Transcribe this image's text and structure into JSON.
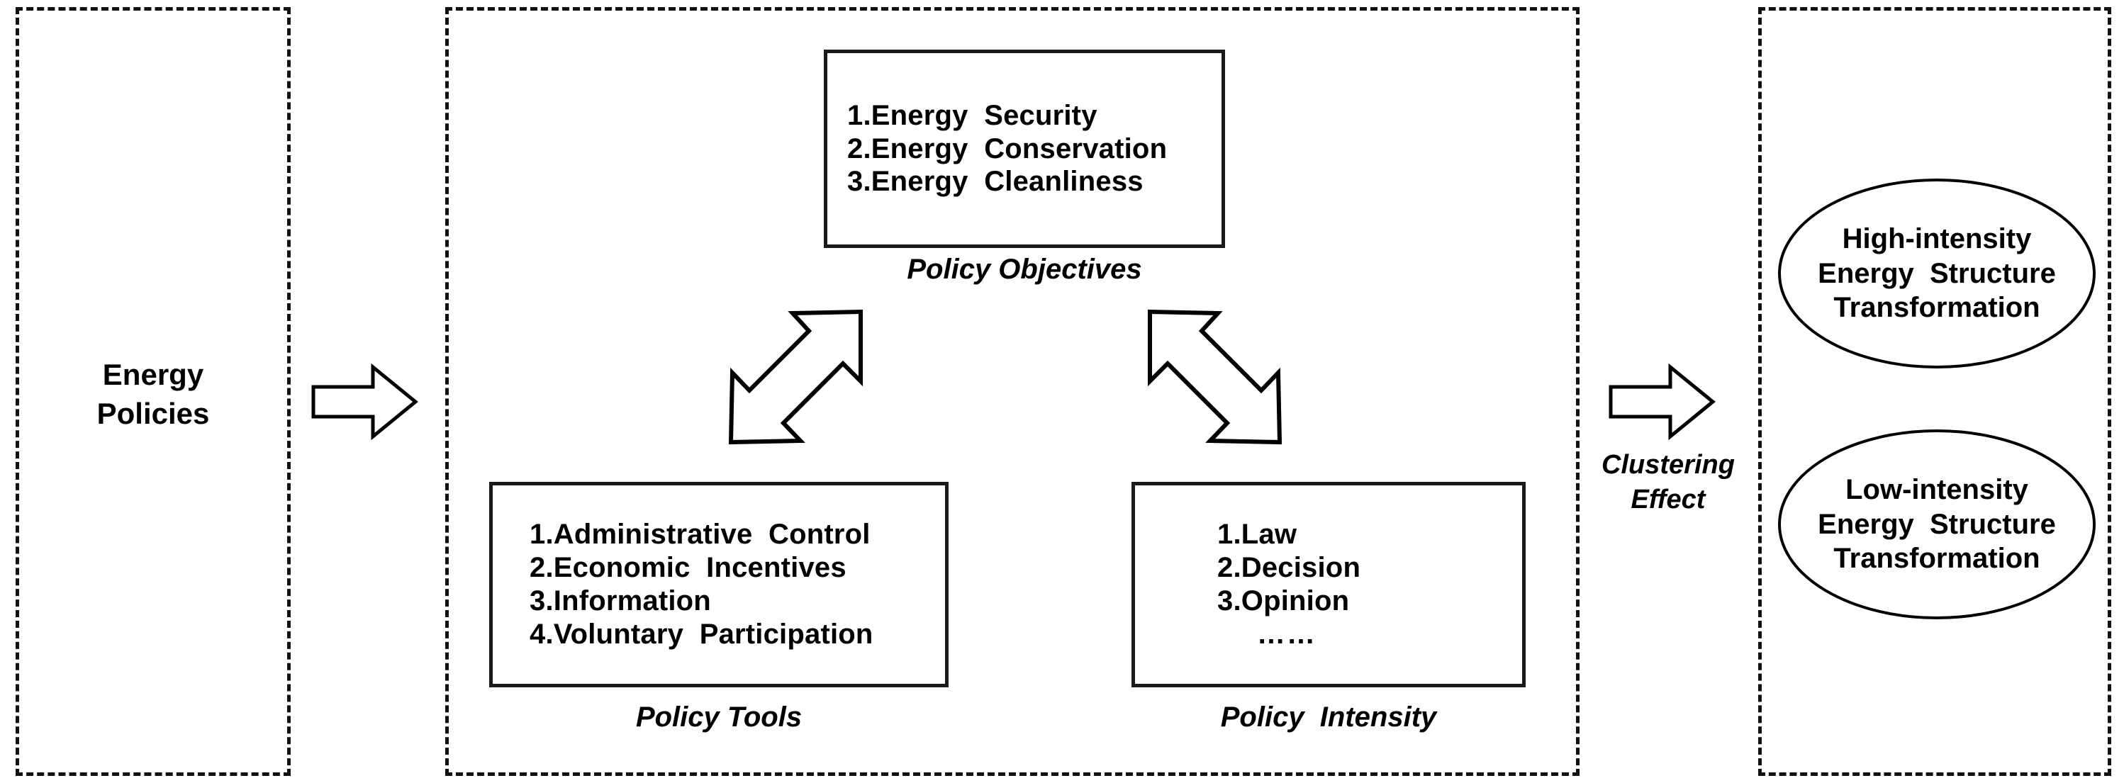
{
  "diagram": {
    "inputs_panel": {
      "label": "Energy\nPolicies"
    },
    "policy_panel": {
      "objectives": {
        "caption": "Policy Objectives",
        "items": [
          "1.Energy  Security",
          "2.Energy  Conservation",
          "3.Energy  Cleanliness"
        ]
      },
      "tools": {
        "caption": "Policy Tools",
        "items": [
          "1.Administrative  Control",
          "2.Economic  Incentives",
          "3.Information",
          "4.Voluntary  Participation"
        ]
      },
      "intensity": {
        "caption": "Policy  Intensity",
        "items": [
          "1.Law",
          "2.Decision",
          "3.Opinion"
        ],
        "ellipsis": "……"
      }
    },
    "connector_label": "Clustering\nEffect",
    "outcome_panel": {
      "nodes": [
        {
          "line1": "High-intensity",
          "line2": "Energy  Structure",
          "line3": "Transformation"
        },
        {
          "line1": "Low-intensity",
          "line2": "Energy  Structure",
          "line3": "Transformation"
        }
      ]
    },
    "colors": {
      "stroke": "#000000",
      "box_border": "#1a1a1a",
      "panel_border": "#111111",
      "background": "#ffffff"
    }
  }
}
